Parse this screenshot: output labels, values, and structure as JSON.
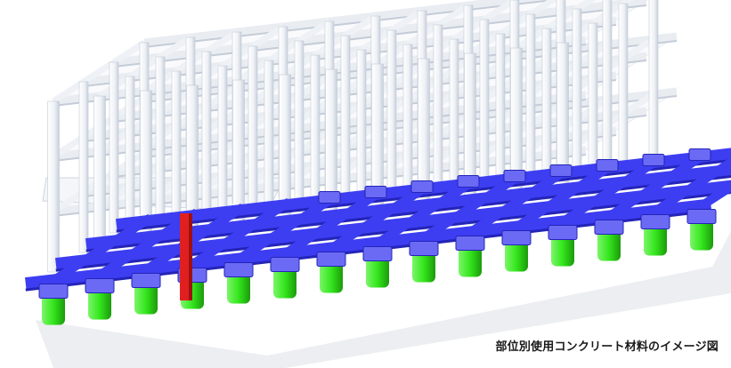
{
  "caption": "部位別使用コンクリート材料のイメージ図",
  "colors": {
    "frame": "#f3f5f8",
    "frame_shade": "#c9d2de",
    "foundation_beam": "#3d3df2",
    "foundation_dark": "#2424b8",
    "pile_cap": "#6a6af5",
    "pile": "#33e61c",
    "pile_dark": "#1fa80f",
    "highlight_column": "#e02020",
    "shadow": "#e6e9ee"
  },
  "parts": [
    "superstructure-frame",
    "foundation-beams",
    "pile-caps",
    "piles",
    "highlight-column"
  ]
}
